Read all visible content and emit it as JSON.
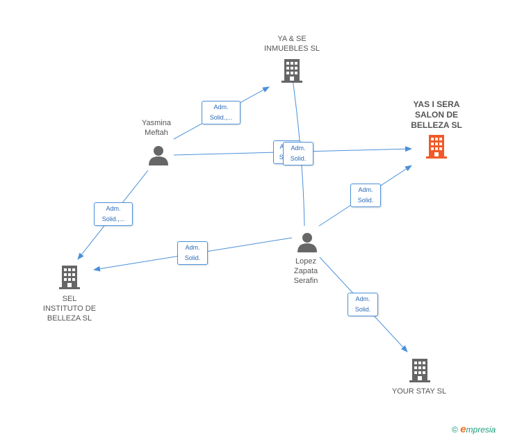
{
  "nodes": {
    "ya_se": {
      "label_lines": [
        "YA & SE",
        "INMUEBLES SL"
      ],
      "type": "company",
      "color": "#666666"
    },
    "yas_sera": {
      "label_lines": [
        "YAS I SERA",
        "SALON DE",
        "BELLEZA SL"
      ],
      "type": "company",
      "color": "#f05a28",
      "highlight": true
    },
    "yasmina": {
      "label_lines": [
        "Yasmina",
        "Meftah"
      ],
      "type": "person",
      "color": "#666666"
    },
    "lopez": {
      "label_lines": [
        "Lopez",
        "Zapata",
        "Serafin"
      ],
      "type": "person",
      "color": "#666666"
    },
    "sel": {
      "label_lines": [
        "SEL",
        "INSTITUTO DE",
        "BELLEZA SL"
      ],
      "type": "company",
      "color": "#666666"
    },
    "your_stay": {
      "label_lines": [
        "YOUR STAY SL"
      ],
      "type": "company",
      "color": "#666666"
    }
  },
  "edges": {
    "yasmina_yase": {
      "label_lines": [
        "Adm.",
        "Solid.,..."
      ]
    },
    "yasmina_yassera": {
      "label_lines": [
        "Adm.",
        "Solid."
      ]
    },
    "lopez_yase": {
      "label_lines": [
        "Adm.",
        "Solid."
      ]
    },
    "yasmina_sel": {
      "label_lines": [
        "Adm.",
        "Solid.,..."
      ]
    },
    "lopez_sel": {
      "label_lines": [
        "Adm.",
        "Solid."
      ]
    },
    "lopez_yassera": {
      "label_lines": [
        "Adm.",
        "Solid."
      ]
    },
    "lopez_yourstay": {
      "label_lines": [
        "Adm.",
        "Solid."
      ]
    }
  },
  "colors": {
    "edge": "#4a90d9",
    "node": "#666666",
    "highlight": "#f05a28"
  },
  "footer": {
    "copyright": "©",
    "brand_first": "e",
    "brand_rest": "mpresia"
  }
}
